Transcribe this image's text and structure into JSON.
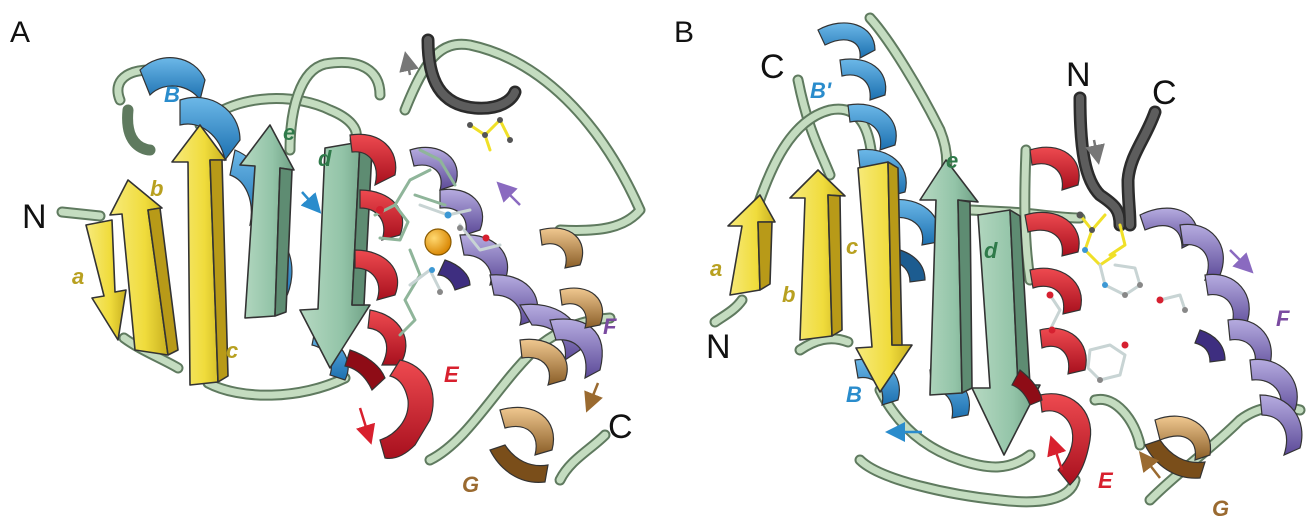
{
  "panels": [
    {
      "id": "A",
      "label": "A",
      "termini": {
        "n": "N",
        "c": "C"
      },
      "strands": [
        {
          "label": "a",
          "color": "#f0dc3c"
        },
        {
          "label": "b",
          "color": "#f0dc3c"
        },
        {
          "label": "c",
          "color": "#f0dc3c"
        },
        {
          "label": "d",
          "color": "#93c4a8"
        },
        {
          "label": "e",
          "color": "#93c4a8"
        }
      ],
      "helices": [
        {
          "label": "B",
          "color": "#3c98d4"
        },
        {
          "label": "E",
          "color": "#d62030"
        },
        {
          "label": "F",
          "color": "#8f82c8"
        },
        {
          "label": "G",
          "color": "#c69a5a"
        }
      ]
    },
    {
      "id": "B",
      "label": "B",
      "termini": {
        "n": "N",
        "c": "C",
        "n_ribbon": "N",
        "c_ribbon": "C"
      },
      "strands": [
        {
          "label": "a",
          "color": "#f0dc3c"
        },
        {
          "label": "b",
          "color": "#f0dc3c"
        },
        {
          "label": "c",
          "color": "#f0dc3c"
        },
        {
          "label": "d",
          "color": "#93c4a8"
        },
        {
          "label": "e",
          "color": "#93c4a8"
        }
      ],
      "helices": [
        {
          "label": "B'",
          "color": "#3c98d4"
        },
        {
          "label": "B",
          "color": "#3c98d4"
        },
        {
          "label": "E",
          "color": "#d62030"
        },
        {
          "label": "F",
          "color": "#8f82c8"
        },
        {
          "label": "G",
          "color": "#c69a5a"
        }
      ]
    }
  ],
  "label_colors": {
    "yellow_strand": "#b8a020",
    "green_strand": "#2f7a4a",
    "blue_helix": "#2a8ccc",
    "red_helix": "#d8202e",
    "purple_helix": "#7a4aa0",
    "tan_helix": "#9a6a30"
  },
  "metal_ion_color": "#f5a410",
  "sidechain_color": "#f0e028"
}
